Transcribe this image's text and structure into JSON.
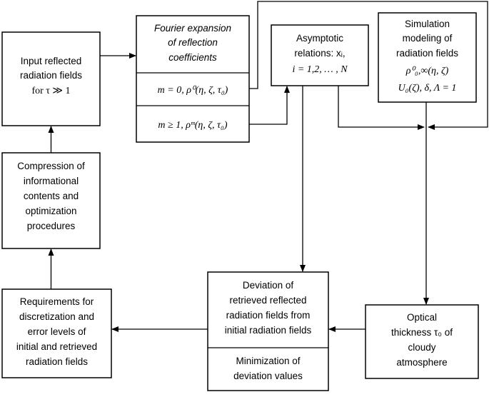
{
  "input_box": {
    "lines": [
      "Input reflected",
      "radiation fields"
    ],
    "math": "for τ ≫ 1"
  },
  "fourier_box": {
    "title_lines": [
      "Fourier expansion",
      "of reflection",
      "coefficients"
    ],
    "row1": "m = 0, ρ⁰(η, ζ, τ₀)",
    "row2": "m ≥ 1, ρᵐ(η, ζ, τ₀)"
  },
  "asymptotic_box": {
    "line1": "Asymptotic",
    "line2": "relations: xᵢ,",
    "line3": "i = 1,2, … , N"
  },
  "simulation_box": {
    "lines": [
      "Simulation",
      "modeling of",
      "radiation fields"
    ],
    "math1": "ρ⁰₀,∞(η, ζ)",
    "math2": "U₀(ζ), δ, Λ = 1"
  },
  "compression_box": {
    "lines": [
      "Compression of",
      "informational",
      "contents and",
      "optimization",
      "procedures"
    ]
  },
  "requirements_box": {
    "lines": [
      "Requirements for",
      "discretization and",
      "error levels of",
      "initial and retrieved",
      "radiation fields"
    ]
  },
  "deviation_box": {
    "top_lines": [
      "Deviation of",
      "retrieved reflected",
      "radiation fields from",
      "initial radiation fields"
    ],
    "bottom_lines": [
      "Minimization of",
      "deviation values"
    ]
  },
  "optical_box": {
    "line1": "Optical",
    "line2": "thickness τ₀ of",
    "line3": "cloudy",
    "line4": "atmosphere"
  }
}
